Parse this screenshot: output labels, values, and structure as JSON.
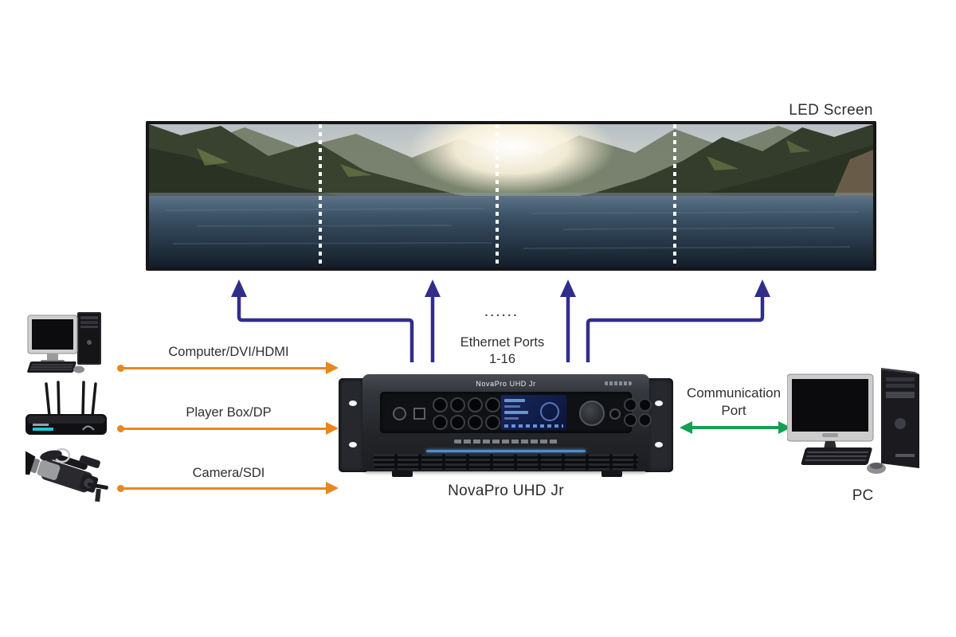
{
  "colors": {
    "arrow_orange": "#e8871e",
    "arrow_blue": "#312e8a",
    "arrow_green": "#12a150",
    "label_text": "#2f2f2f",
    "background": "#ffffff"
  },
  "led_screen": {
    "label": "LED Screen",
    "segments": 4
  },
  "ethernet": {
    "dots": "......",
    "line1": "Ethernet Ports",
    "line2": "1-16"
  },
  "sources": [
    {
      "id": "computer",
      "label": "Computer/DVI/HDMI"
    },
    {
      "id": "player-box",
      "label": "Player Box/DP"
    },
    {
      "id": "camera",
      "label": "Camera/SDI"
    }
  ],
  "processor": {
    "panel_title": "NovaPro UHD Jr",
    "caption": "NovaPro UHD Jr"
  },
  "communication": {
    "line1": "Communication",
    "line2": "Port"
  },
  "pc": {
    "label": "PC"
  }
}
